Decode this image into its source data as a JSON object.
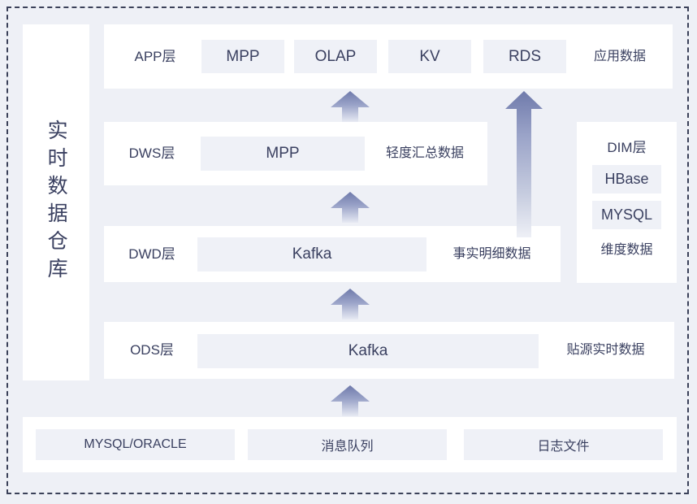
{
  "diagram": {
    "title_vertical": "实时数据仓库",
    "frame_style": "dashed",
    "accent_color": "#6b76a8",
    "text_color": "#3a4060",
    "chip_bg": "#eff1f7",
    "page_bg": "#eef0f6",
    "panel_bg": "#ffffff"
  },
  "layers": [
    {
      "id": "app",
      "label": "APP层",
      "chips": [
        "MPP",
        "OLAP",
        "KV",
        "RDS"
      ],
      "note": "应用数据"
    },
    {
      "id": "dws",
      "label": "DWS层",
      "chips": [
        "MPP"
      ],
      "note": "轻度汇总数据"
    },
    {
      "id": "dwd",
      "label": "DWD层",
      "chips": [
        "Kafka"
      ],
      "note": "事实明细数据"
    },
    {
      "id": "ods",
      "label": "ODS层",
      "chips": [
        "Kafka"
      ],
      "note": "贴源实时数据"
    }
  ],
  "dim_layer": {
    "label": "DIM层",
    "chips": [
      "HBase",
      "MYSQL"
    ],
    "note": "维度数据"
  },
  "sources": {
    "items": [
      "MYSQL/ORACLE",
      "消息队列",
      "日志文件"
    ]
  },
  "arrows": [
    {
      "id": "ods-to-dwd",
      "direction": "up",
      "type": "short"
    },
    {
      "id": "dwd-to-dws",
      "direction": "up",
      "type": "short"
    },
    {
      "id": "dws-to-app",
      "direction": "up",
      "type": "short"
    },
    {
      "id": "src-to-ods",
      "direction": "up",
      "type": "short"
    },
    {
      "id": "dwd-to-app-rds",
      "direction": "up",
      "type": "tall"
    }
  ]
}
